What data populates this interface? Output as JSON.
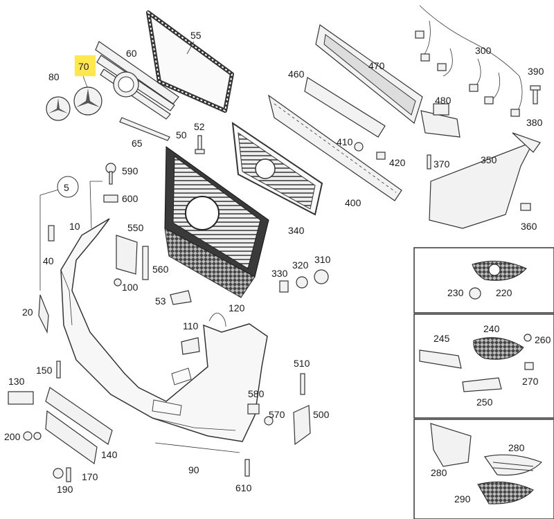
{
  "highlight_color": "#ffe84d",
  "callouts": {
    "p5": "5",
    "p10": "10",
    "p20": "20",
    "p40": "40",
    "p50": "50",
    "p52": "52",
    "p53": "53",
    "p55": "55",
    "p60": "60",
    "p65": "65",
    "p70": "70",
    "p80": "80",
    "p90": "90",
    "p100": "100",
    "p110": "110",
    "p120": "120",
    "p130": "130",
    "p140": "140",
    "p150": "150",
    "p170": "170",
    "p190": "190",
    "p200": "200",
    "p220": "220",
    "p230": "230",
    "p240": "240",
    "p245": "245",
    "p250": "250",
    "p260": "260",
    "p270": "270",
    "p280a": "280",
    "p280b": "280",
    "p290": "290",
    "p300": "300",
    "p310": "310",
    "p320": "320",
    "p330": "330",
    "p340": "340",
    "p350": "350",
    "p360": "360",
    "p370": "370",
    "p380": "380",
    "p390": "390",
    "p400": "400",
    "p410": "410",
    "p420": "420",
    "p460": "460",
    "p470": "470",
    "p480": "480",
    "p500": "500",
    "p510": "510",
    "p550": "550",
    "p560": "560",
    "p570": "570",
    "p580": "580",
    "p590": "590",
    "p600": "600",
    "p610": "610"
  }
}
